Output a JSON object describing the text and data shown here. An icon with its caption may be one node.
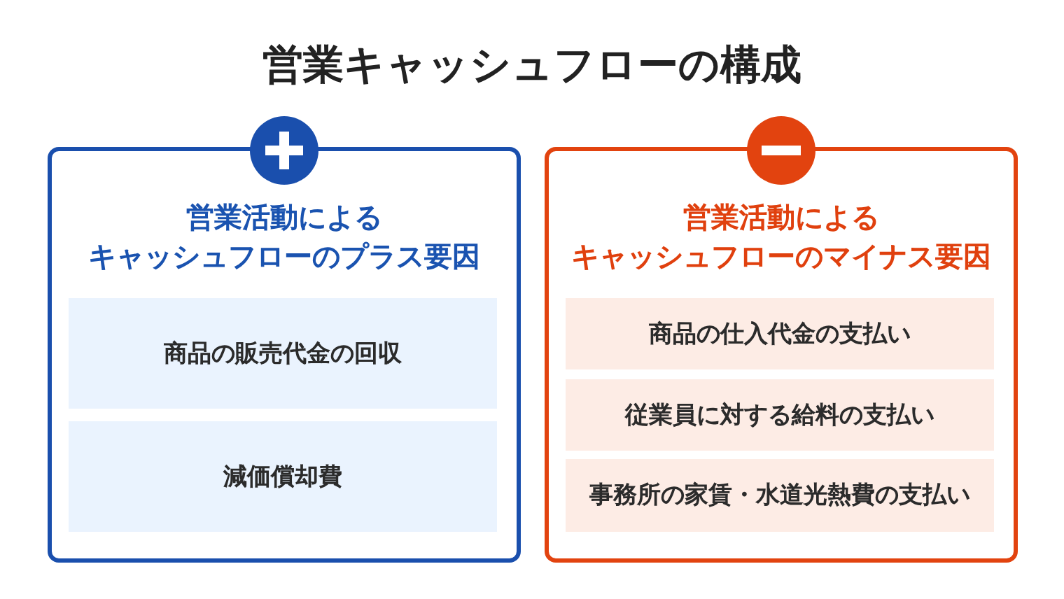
{
  "diagram": {
    "title": "営業キャッシュフローの構成",
    "nodes": [
      {
        "text": [
          "営業活動によるキャッシュフローのプラス要因"
        ]
      },
      {
        "text": [
          "商品の販売代金の回収"
        ],
        "in": 0
      },
      {
        "text": [
          "減価償却費"
        ],
        "in": 0
      },
      {
        "text": [
          "営業活動によるキャッシュフローのマイナス要因"
        ]
      },
      {
        "text": [
          "商品の仕入代金の支払い"
        ],
        "in": 3
      },
      {
        "text": [
          "従業員に対する給料の支払い"
        ],
        "in": 3
      },
      {
        "text": [
          "事務所の家賃・水道光熱費の支払い"
        ],
        "in": 3
      }
    ]
  }
}
